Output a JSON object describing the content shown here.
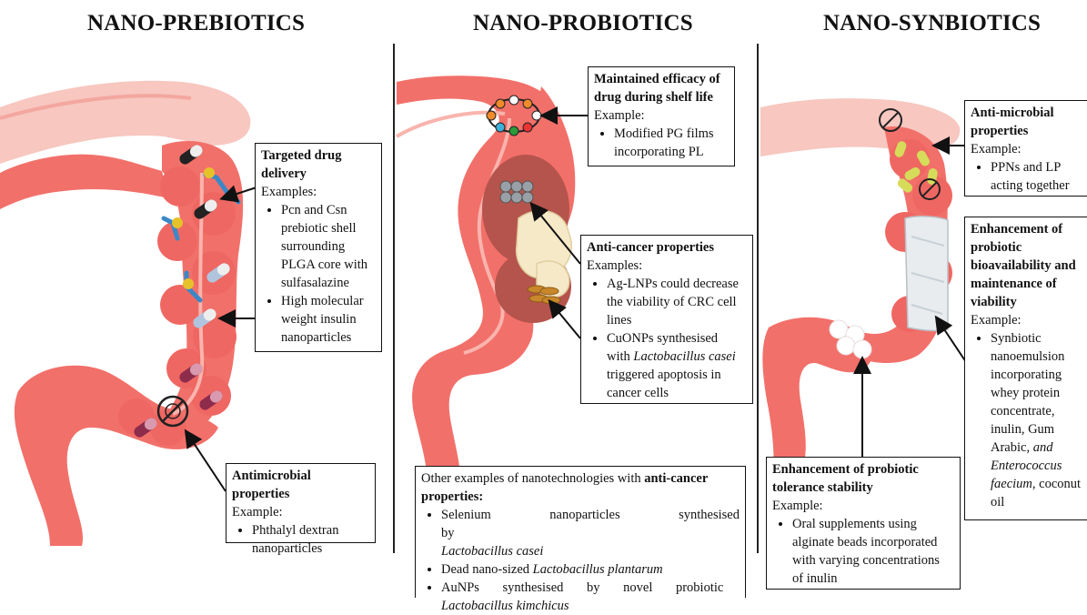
{
  "headings": {
    "prebiotics": "NANO-PREBIOTICS",
    "probiotics": "NANO-PROBIOTICS",
    "synbiotics": "NANO-SYNBIOTICS"
  },
  "prebiotics": {
    "targeted": {
      "title_line1": "Targeted drug",
      "title_line2": "delivery",
      "label": "Examples:",
      "item1_lines": [
        "Pcn and Csn",
        "prebiotic shell",
        "surrounding",
        "PLGA core with",
        "sulfasalazine"
      ],
      "item2_lines": [
        "High molecular",
        "weight insulin",
        "nanoparticles"
      ]
    },
    "antimicrobial": {
      "title": "Antimicrobial properties",
      "label": "Example:",
      "item_lines": [
        "Phthalyl dextran",
        "nanoparticles"
      ]
    }
  },
  "probiotics": {
    "efficacy": {
      "title_line1": "Maintained efficacy of",
      "title_line2": "drug during shelf life",
      "label": "Example:",
      "item_lines": [
        "Modified PG films",
        "incorporating PL"
      ]
    },
    "anticancer": {
      "title": "Anti-cancer properties",
      "label": "Examples:",
      "item1_lines": [
        "Ag-LNPs could decrease",
        "the viability of CRC cell",
        "lines"
      ],
      "item2_line1": "CuONPs synthesised",
      "item2_line2_pre": "with ",
      "item2_line2_italic": "Lactobacillus casei",
      "item2_line3": "triggered apoptosis in",
      "item2_line4": "cancer cells"
    },
    "other": {
      "intro": "Other examples of nanotechnologies with ",
      "intro_bold": "anti-cancer",
      "intro_bold2": "properties:",
      "item1_line1": "Selenium nanoparticles synthesised by",
      "item1_line2_italic": "Lactobacillus casei",
      "item2_pre": "Dead nano-sized ",
      "item2_italic": "Lactobacillus plantarum",
      "item3_line1": "AuNPs synthesised by novel probiotic",
      "item3_line2_italic": "Lactobacillus kimchicus"
    }
  },
  "synbiotics": {
    "antimicrobial": {
      "title_line1": "Anti-microbial",
      "title_line2": "properties",
      "label": "Example:",
      "item_lines": [
        "PPNs and LP",
        "acting together"
      ]
    },
    "bioavailability": {
      "title_lines": [
        "Enhancement of",
        "probiotic",
        "bioavailability and",
        "maintenance of",
        "viability"
      ],
      "label": "Example:",
      "item_lines": [
        "Synbiotic",
        "nanoemulsion",
        "incorporating",
        "whey protein",
        "concentrate,",
        "inulin, Gum"
      ],
      "item_line7_pre": "Arabic, ",
      "item_line7_italic": "and",
      "item_line8_italic": "Enterococcus",
      "item_line9_italic": "faecium",
      "item_line9_post": ", coconut",
      "item_line10": "oil"
    },
    "tolerance": {
      "title_line1": "Enhancement of probiotic",
      "title_line2": "tolerance stability",
      "label": "Example:",
      "item_lines": [
        "Oral supplements using",
        "alginate beads incorporated",
        "with varying concentrations",
        "of inulin"
      ]
    }
  },
  "colors": {
    "colon": "#f2706a",
    "colon_dark": "#e0504c",
    "colon_light": "#f9b4ad",
    "stomach": "#f7c7c0",
    "tumor": "#b5544c"
  }
}
